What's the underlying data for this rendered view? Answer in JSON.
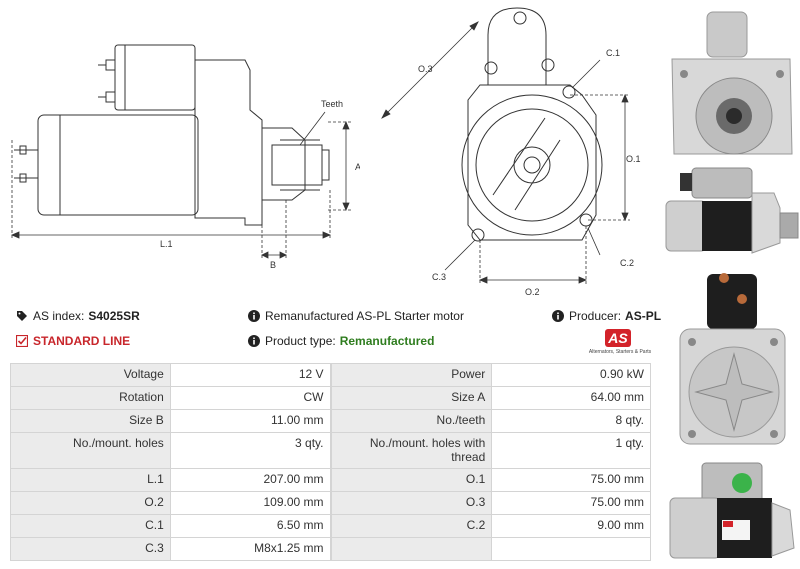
{
  "drawing_labels": {
    "teeth": "Teeth",
    "a": "A",
    "b": "B",
    "l1": "L.1",
    "o3": "O.3",
    "c1": "C.1",
    "o1": "O.1",
    "c3": "C.3",
    "c2": "C.2",
    "o2": "O.2"
  },
  "info": {
    "as_index_label": "AS index:",
    "as_index_value": "S4025SR",
    "description": "Remanufactured AS-PL Starter motor",
    "producer_label": "Producer:",
    "producer_value": "AS-PL",
    "standard_line": "STANDARD LINE",
    "product_type_label": "Product type:",
    "product_type_value": "Remanufactured"
  },
  "logo": {
    "mark": "AS",
    "tagline": "Alternators, Starters & Parts"
  },
  "specs": [
    {
      "k1": "Voltage",
      "v1": "12 V",
      "k2": "Power",
      "v2": "0.90 kW"
    },
    {
      "k1": "Rotation",
      "v1": "CW",
      "k2": "Size A",
      "v2": "64.00 mm"
    },
    {
      "k1": "Size B",
      "v1": "11.00 mm",
      "k2": "No./teeth",
      "v2": "8 qty."
    },
    {
      "k1": "No./mount. holes",
      "v1": "3 qty.",
      "k2": "No./mount. holes with thread",
      "v2": "1 qty."
    },
    {
      "k1": "L.1",
      "v1": "207.00 mm",
      "k2": "O.1",
      "v2": "75.00 mm"
    },
    {
      "k1": "O.2",
      "v1": "109.00 mm",
      "k2": "O.3",
      "v2": "75.00 mm"
    },
    {
      "k1": "C.1",
      "v1": "6.50 mm",
      "k2": "C.2",
      "v2": "9.00 mm"
    },
    {
      "k1": "C.3",
      "v1": "M8x1.25 mm",
      "k2": "",
      "v2": ""
    }
  ],
  "colors": {
    "accent_red": "#c8262b",
    "accent_green": "#2f7d1f",
    "table_key_bg": "#ebebeb"
  },
  "icons": [
    "tag-icon",
    "info-icon",
    "check-square-icon"
  ]
}
